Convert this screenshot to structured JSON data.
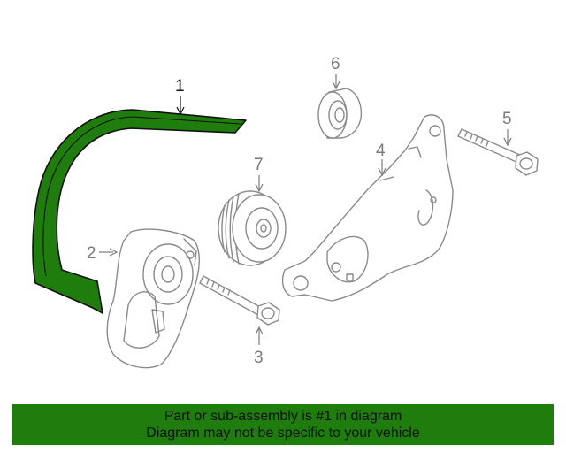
{
  "callouts": {
    "c1": "1",
    "c2": "2",
    "c3": "3",
    "c4": "4",
    "c5": "5",
    "c6": "6",
    "c7": "7"
  },
  "banner": {
    "line1": "Part or sub-assembly is #1 in diagram",
    "line2": "Diagram may not be specific to your vehicle"
  },
  "colors": {
    "highlight": "#1e7d0c",
    "linework": "#8a8a8a"
  }
}
